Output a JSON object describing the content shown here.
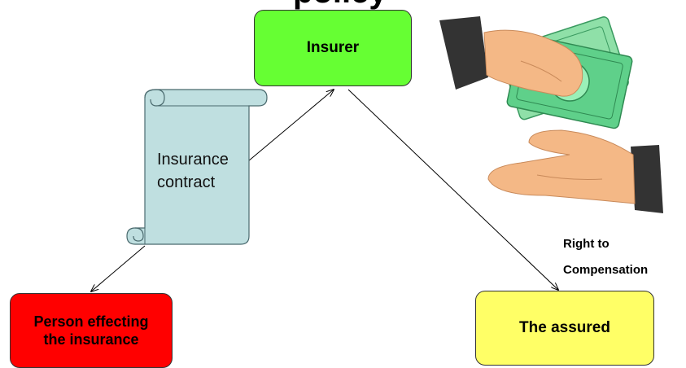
{
  "header": {
    "title_partial": "policy"
  },
  "nodes": {
    "insurer": {
      "label": "Insurer",
      "color": "#66ff33"
    },
    "contract": {
      "label_line1": "Insurance",
      "label_line2": "contract",
      "color": "#bfdfe0"
    },
    "person": {
      "label_line1": "Person effecting",
      "label_line2": "the insurance",
      "color": "#ff0000"
    },
    "assured": {
      "label": "The assured",
      "color": "#ffff66"
    }
  },
  "annotations": {
    "compensation_line1": "Right to",
    "compensation_line2": "Compensation"
  },
  "illustration": {
    "icon": "money-handover-icon",
    "money_color": "#5fd08a",
    "skin_color": "#f4b886",
    "sleeve_color": "#333333"
  }
}
